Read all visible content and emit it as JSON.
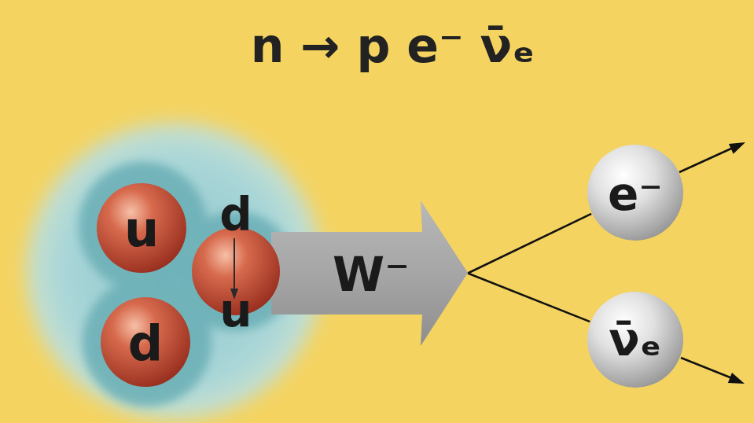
{
  "diagram": {
    "title": "n → p e⁻ ν̄ₑ",
    "nodes": [
      {
        "text": [
          "u"
        ]
      },
      {
        "text": [
          "d",
          "u"
        ]
      },
      {
        "text": [
          "d"
        ]
      },
      {
        "text": [
          "W⁻"
        ]
      },
      {
        "text": [
          "e⁻"
        ]
      },
      {
        "text": [
          "ν̄ₑ"
        ]
      }
    ],
    "edges": [
      {
        "from": 3,
        "to": 4,
        "arrow": "none"
      },
      {
        "from": 3,
        "to": 5,
        "arrow": "none"
      }
    ]
  }
}
